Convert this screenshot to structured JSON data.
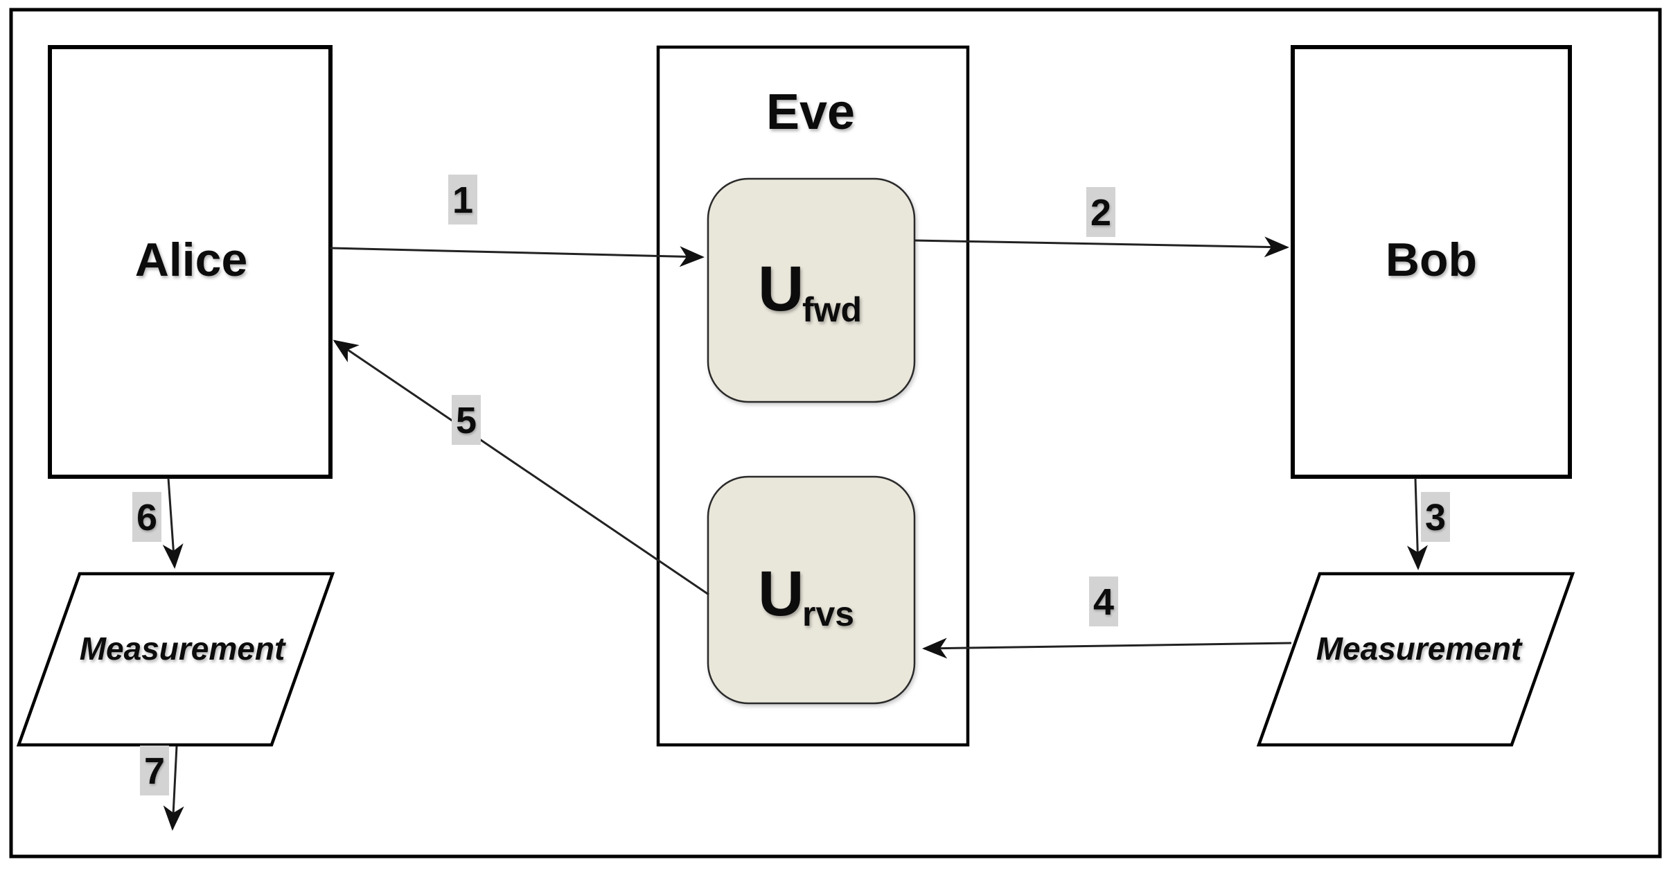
{
  "nodes": {
    "alice": {
      "label": "Alice"
    },
    "eve": {
      "label": "Eve"
    },
    "bob": {
      "label": "Bob"
    },
    "u_fwd": {
      "base": "U",
      "sub": "fwd"
    },
    "u_rvs": {
      "base": "U",
      "sub": "rvs"
    },
    "measurement_left": {
      "label": "Measurement"
    },
    "measurement_right": {
      "label": "Measurement"
    }
  },
  "arrows": [
    {
      "label": "1",
      "from": "alice",
      "to": "u_fwd"
    },
    {
      "label": "2",
      "from": "u_fwd",
      "to": "bob"
    },
    {
      "label": "3",
      "from": "bob",
      "to": "measurement_right"
    },
    {
      "label": "4",
      "from": "measurement_right",
      "to": "u_rvs"
    },
    {
      "label": "5",
      "from": "u_rvs",
      "to": "alice"
    },
    {
      "label": "6",
      "from": "alice",
      "to": "measurement_left"
    },
    {
      "label": "7",
      "from": "measurement_left",
      "to": "down-exit"
    }
  ],
  "colors": {
    "background": "#ffffff",
    "stroke": "#000000",
    "u_box_fill": "#e9e6da",
    "u_box_stroke": "#2a2a2a",
    "number_label_bg": "#d3d3d3"
  }
}
